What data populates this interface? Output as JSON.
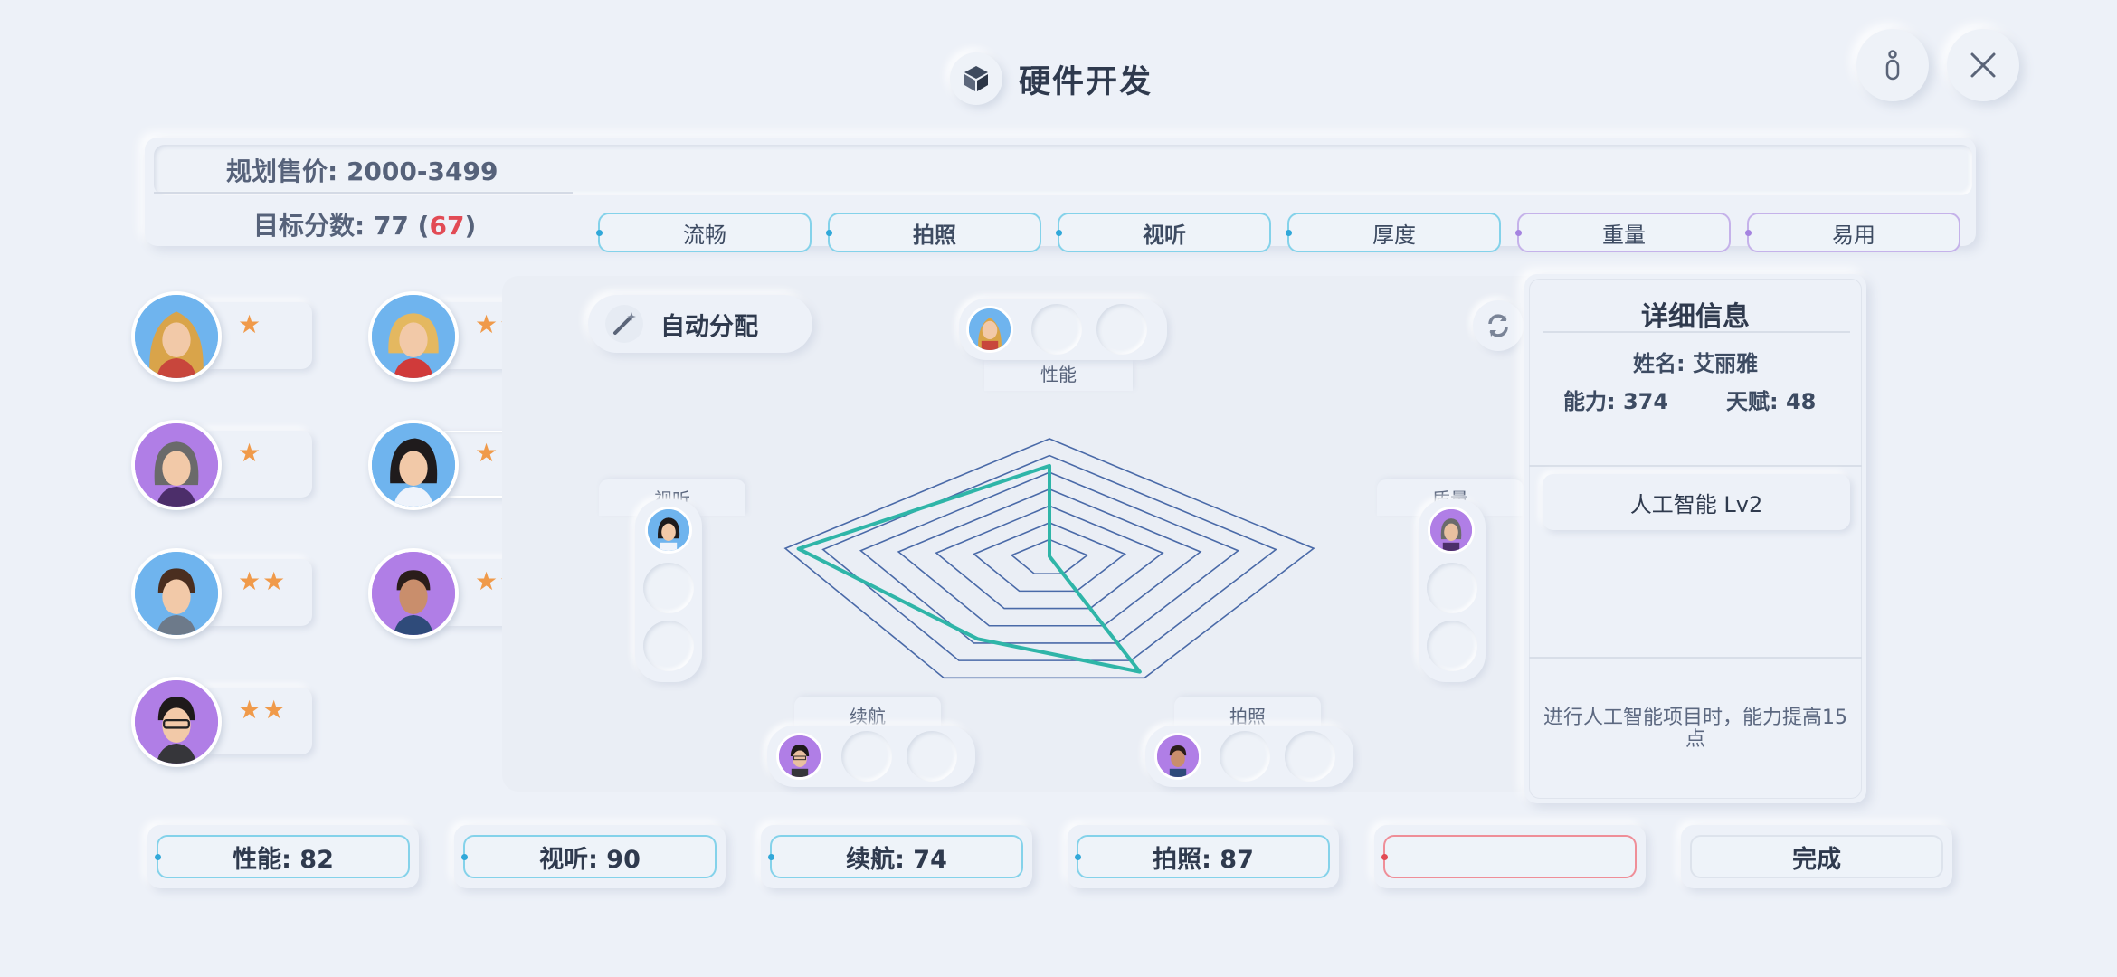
{
  "header": {
    "title": "硬件开发",
    "title_icon": "box-icon",
    "info_icon": "info-icon",
    "close_icon": "close-icon"
  },
  "planning": {
    "price_label": "规划售价: 2000-3499",
    "target_prefix": "目标分数: 77 (",
    "target_highlight": "67",
    "target_suffix": ")"
  },
  "attribute_tabs": [
    {
      "label": "流畅",
      "bold": false,
      "accent": "#84d2ea"
    },
    {
      "label": "拍照",
      "bold": true,
      "accent": "#84d2ea"
    },
    {
      "label": "视听",
      "bold": true,
      "accent": "#84d2ea"
    },
    {
      "label": "厚度",
      "bold": false,
      "accent": "#84d2ea"
    },
    {
      "label": "重量",
      "bold": false,
      "accent": "#c5b2ea"
    },
    {
      "label": "易用",
      "bold": false,
      "accent": "#c5b2ea"
    }
  ],
  "staff": [
    {
      "stars": "★",
      "ring": "blue",
      "hair": "blonde-long"
    },
    {
      "stars": "★★",
      "ring": "blue",
      "hair": "blonde-pigtails"
    },
    {
      "stars": "★",
      "ring": "purple",
      "hair": "grey-bob"
    },
    {
      "stars": "★",
      "ring": "blue",
      "hair": "black-bob"
    },
    {
      "stars": "★★",
      "ring": "blue",
      "hair": "brown-short"
    },
    {
      "stars": "★★",
      "ring": "purple",
      "hair": "dark-short"
    },
    {
      "stars": "★★",
      "ring": "purple",
      "hair": "black-glasses"
    }
  ],
  "auto_assign": {
    "label": "自动分配",
    "icon": "magic-wand-icon"
  },
  "refresh_icon": "refresh-icon",
  "slots": {
    "performance": "性能",
    "audio_video": "视听",
    "quality": "质量",
    "battery": "续航",
    "camera": "拍照"
  },
  "chart_data": {
    "type": "radar",
    "axes": [
      "性能",
      "质量",
      "拍照",
      "续航",
      "视听"
    ],
    "rings": 7,
    "values": [
      0.77,
      0.0,
      0.95,
      0.68,
      0.95
    ],
    "color": "#2fb5a8"
  },
  "detail": {
    "title": "详细信息",
    "name": "姓名: 艾丽雅",
    "ability": "能力: 374",
    "talent": "天赋: 48",
    "skill": "人工智能  Lv2",
    "description": "进行人工智能项目时，能力提高15点"
  },
  "scores": [
    {
      "label": "性能: 82",
      "style": "blue"
    },
    {
      "label": "视听: 90",
      "style": "blue"
    },
    {
      "label": "续航: 74",
      "style": "blue"
    },
    {
      "label": "拍照: 87",
      "style": "blue"
    },
    {
      "label": "",
      "style": "red"
    },
    {
      "label": "完成",
      "style": "plain"
    }
  ]
}
